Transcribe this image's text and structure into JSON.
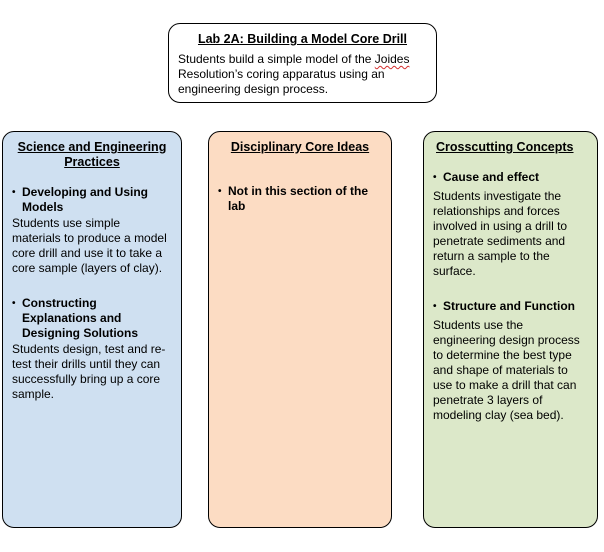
{
  "title_box": {
    "title": "Lab 2A: Building a Model Core Drill",
    "body_before": "Students build a simple model of the ",
    "misspelled_word": "Joides",
    "body_after": " Resolution’s coring apparatus using an engineering design process.",
    "spellcheck_color": "#d32f2f"
  },
  "colors": {
    "border": "#000000",
    "title_box_bg": "#ffffff"
  },
  "columns": [
    {
      "header": "Science and Engineering Practices",
      "bg": "#cfe0f1",
      "sections": [
        {
          "bullet": "•",
          "heading": "Developing and Using Models",
          "body": "Students use simple materials to produce a model core drill and use it to take a core sample (layers of clay)."
        },
        {
          "bullet": "•",
          "heading": "Constructing Explanations and Designing Solutions",
          "body": "Students design, test and re-test their drills until they can successfully bring up a core sample."
        }
      ]
    },
    {
      "header": "Disciplinary Core Ideas",
      "bg": "#fcdcc3",
      "sections": [
        {
          "bullet": "•",
          "heading": "Not in this section of the lab",
          "body": ""
        }
      ]
    },
    {
      "header": "Crosscutting Concepts",
      "bg": "#dce8c9",
      "sections": [
        {
          "bullet": "•",
          "heading": "Cause and effect",
          "body": "Students investigate the relationships and forces involved in using a drill to penetrate sediments and return a sample to the surface."
        },
        {
          "bullet": "•",
          "heading": "Structure and Function",
          "body": "Students use the engineering design process to determine the best type and shape of materials to use to make a drill that can penetrate 3 layers of modeling clay (sea bed)."
        }
      ]
    }
  ]
}
